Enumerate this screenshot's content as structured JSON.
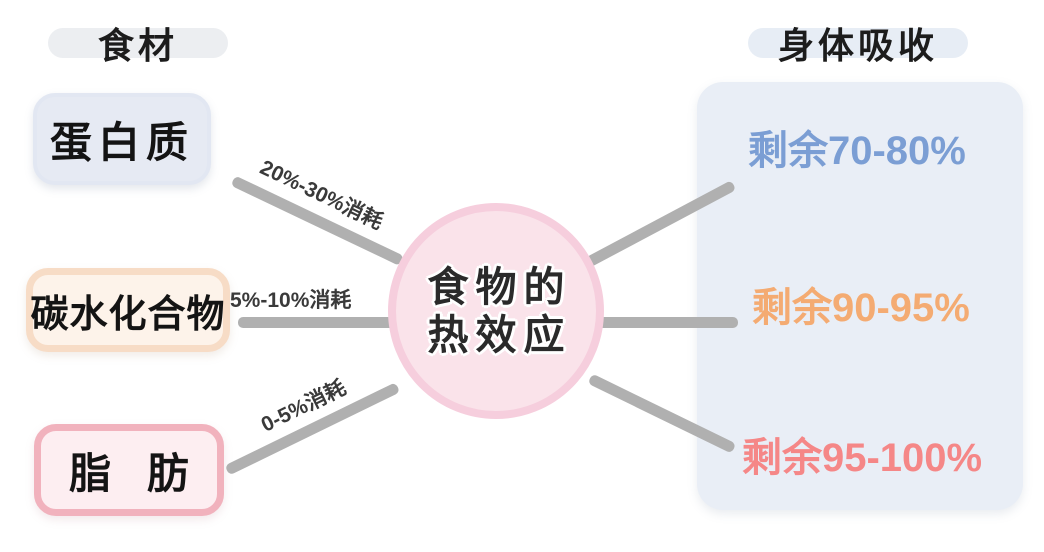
{
  "headers": {
    "left": "食材",
    "right": "身体吸收"
  },
  "center": {
    "line1": "食物的",
    "line2": "热效应"
  },
  "rows": [
    {
      "source": "蛋白质",
      "consumption": "20%-30%消耗",
      "absorption": "剩余70-80%",
      "source_fill": "#e6eaf3",
      "source_border": "#e2e7f2",
      "absorption_color": "#7b9ed4"
    },
    {
      "source": "碳水化合物",
      "consumption": "5%-10%消耗",
      "absorption": "剩余90-95%",
      "source_fill": "#fdf3ea",
      "source_border": "#f7dcc6",
      "absorption_color": "#f4ab72"
    },
    {
      "source": "脂 肪",
      "consumption": "0-5%消耗",
      "absorption": "剩余95-100%",
      "source_fill": "#fdeef1",
      "source_border": "#f1b2bd",
      "absorption_color": "#f58787"
    }
  ],
  "palette": {
    "background": "#ffffff",
    "connector": "#b0b0b0",
    "panel_fill": "#e9eef6",
    "circle_fill": "#fae3ea",
    "circle_ring": "#f6cedd",
    "header_pill_left": "#eceef1",
    "header_pill_right": "#e7edf5",
    "text_dark": "#141414"
  }
}
